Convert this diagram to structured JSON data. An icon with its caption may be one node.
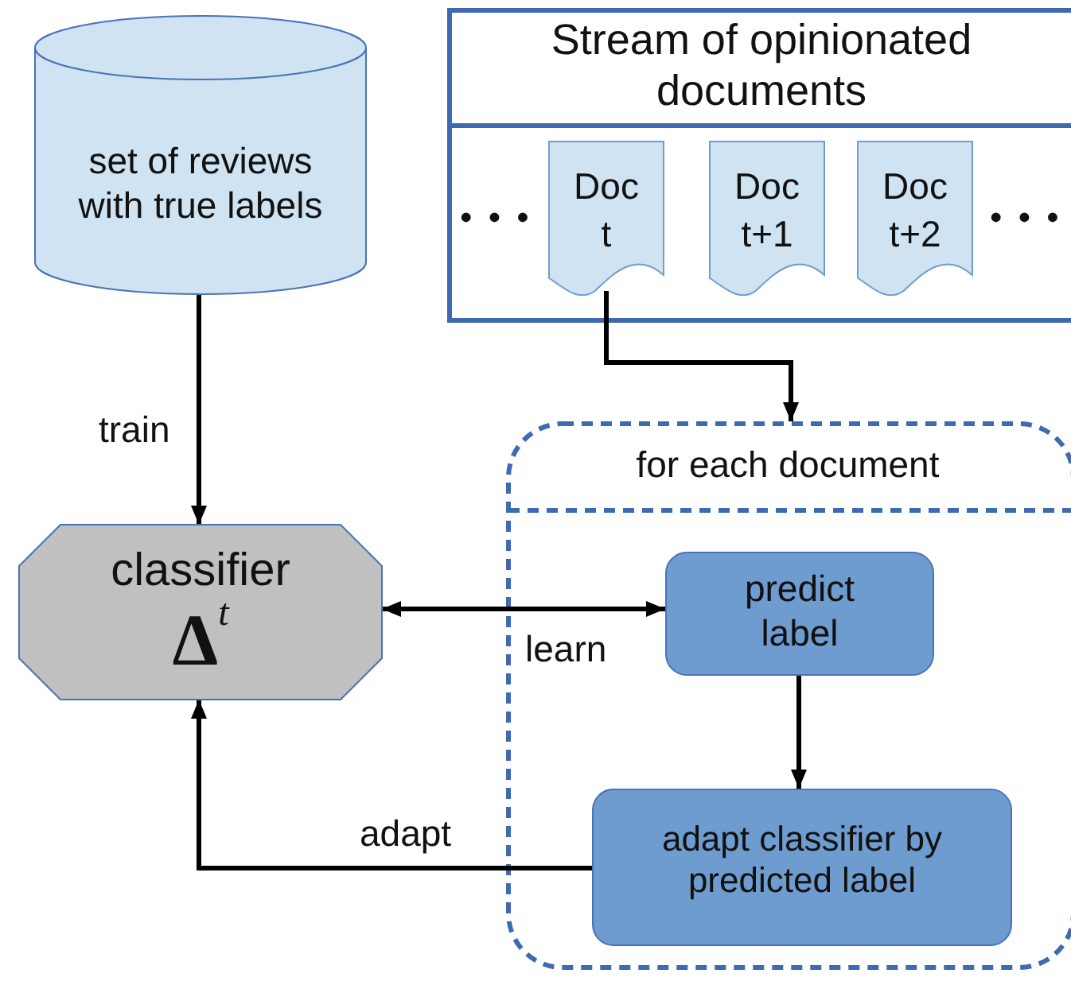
{
  "diagram": {
    "nodes": [
      {
        "text": [
          "set of reviews with true labels"
        ]
      },
      {
        "text": [
          "Stream of opinionated documents"
        ]
      },
      {
        "text": [
          "Doc t"
        ],
        "in": 1
      },
      {
        "text": [
          "Doc t+1"
        ],
        "in": 1
      },
      {
        "text": [
          "Doc t+2"
        ],
        "in": 1
      },
      {
        "text": [
          "for each document"
        ]
      },
      {
        "text": [
          "classifier",
          "Δ$^{t}$"
        ]
      },
      {
        "text": [
          "predict label"
        ],
        "in": 5
      },
      {
        "text": [
          "adapt classifier by predicted label"
        ],
        "in": 5
      }
    ],
    "edges": [
      {
        "from": 0,
        "to": 6,
        "arrow": "to",
        "label": "train"
      },
      {
        "from": 2,
        "to": 5,
        "arrow": "to"
      },
      {
        "from": 6,
        "to": 7,
        "arrow": "both",
        "label": "learn"
      },
      {
        "from": 7,
        "to": 8,
        "arrow": "to"
      },
      {
        "from": 8,
        "to": 6,
        "arrow": "to",
        "label": "adapt"
      }
    ],
    "labels": [
      "• • •",
      "• • •"
    ]
  }
}
